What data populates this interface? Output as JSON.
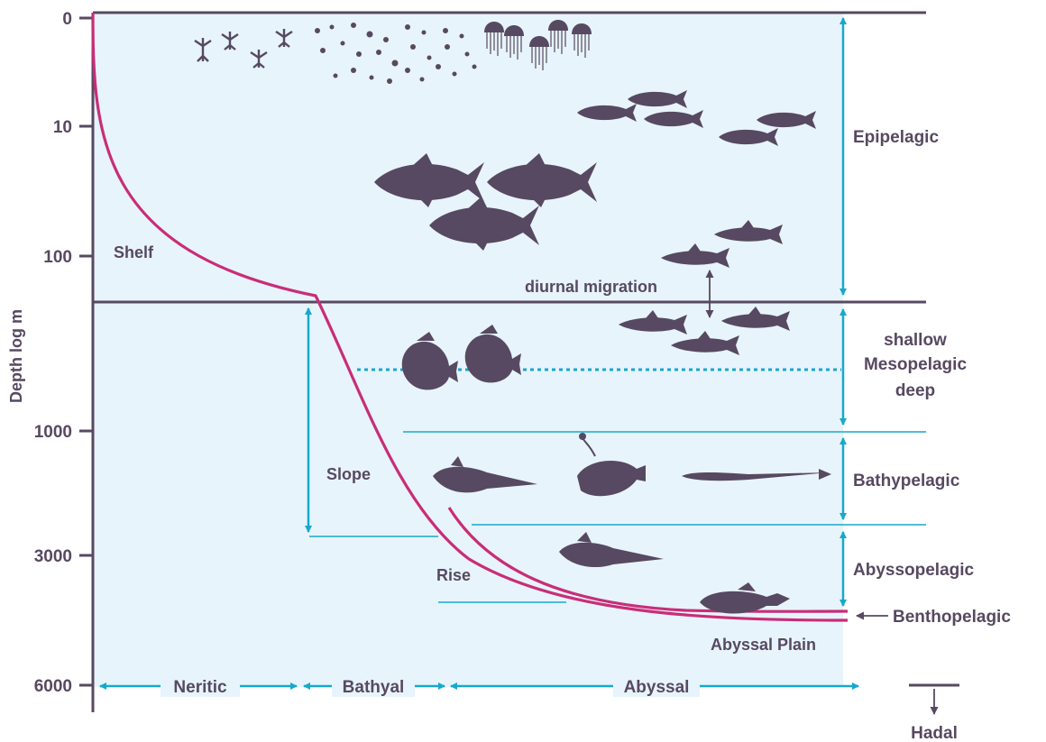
{
  "axis": {
    "title": "Depth log m",
    "ticks": [
      "0",
      "10",
      "100",
      "1000",
      "3000",
      "6000"
    ]
  },
  "features": {
    "shelf": "Shelf",
    "slope": "Slope",
    "rise": "Rise",
    "abyssal_plain": "Abyssal Plain",
    "diurnal_migration": "diurnal migration"
  },
  "pelagic_zones": {
    "epipelagic": "Epipelagic",
    "mesopelagic_shallow": "shallow",
    "mesopelagic": "Mesopelagic",
    "mesopelagic_deep": "deep",
    "bathypelagic": "Bathypelagic",
    "abyssopelagic": "Abyssopelagic",
    "benthopelagic": "Benthopelagic"
  },
  "horizontal_zones": {
    "neritic": "Neritic",
    "bathyal": "Bathyal",
    "abyssal": "Abyssal",
    "hadal": "Hadal"
  },
  "colors": {
    "ink": "#574961",
    "water": "#e7f4fb",
    "accent_cyan": "#16a9cc",
    "seafloor_magenta": "#c92d78"
  }
}
